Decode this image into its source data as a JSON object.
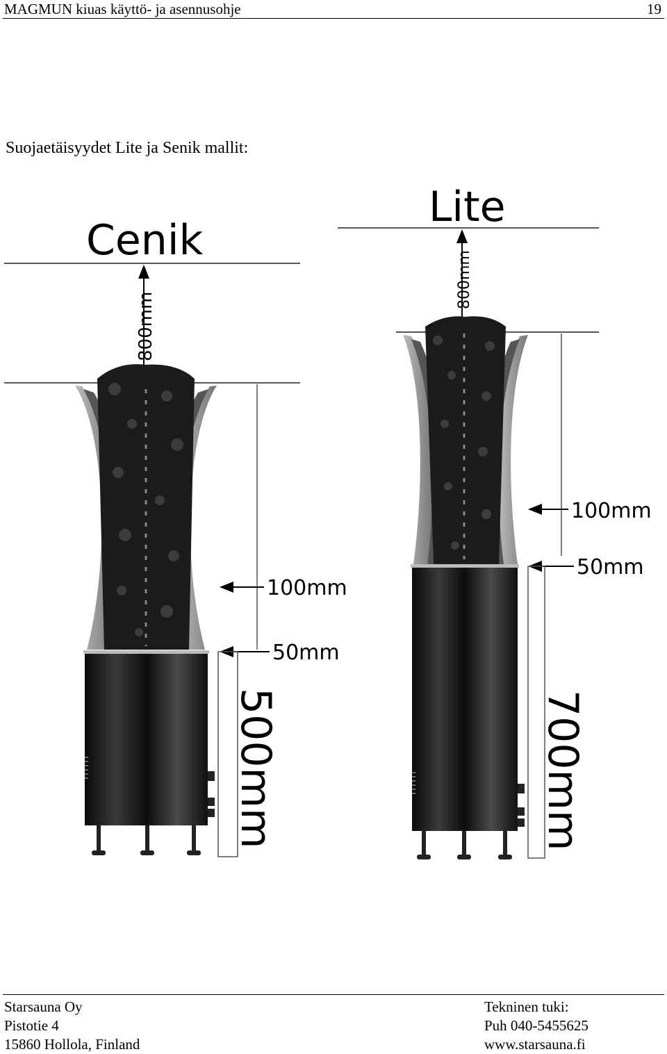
{
  "header": {
    "title": "MAGMUN kiuas käyttö- ja asennusohje",
    "page_number": "19"
  },
  "heading": "Suojaetäisyydet Lite ja Senik mallit:",
  "diagram": {
    "cenik": {
      "label": "Cenik",
      "top_clearance": "800mm",
      "side_upper": "100mm",
      "side_lower": "50mm",
      "floor_height": "500mm"
    },
    "lite": {
      "label": "Lite",
      "top_clearance": "800mm",
      "side_upper": "100mm",
      "side_lower": "50mm",
      "floor_height": "700mm"
    }
  },
  "footer": {
    "left": [
      "Starsauna Oy",
      "Pistotie 4",
      "15860 Hollola, Finland"
    ],
    "right": [
      "Tekninen tuki:",
      "Puh 040-5455625",
      "www.starsauna.fi"
    ]
  }
}
